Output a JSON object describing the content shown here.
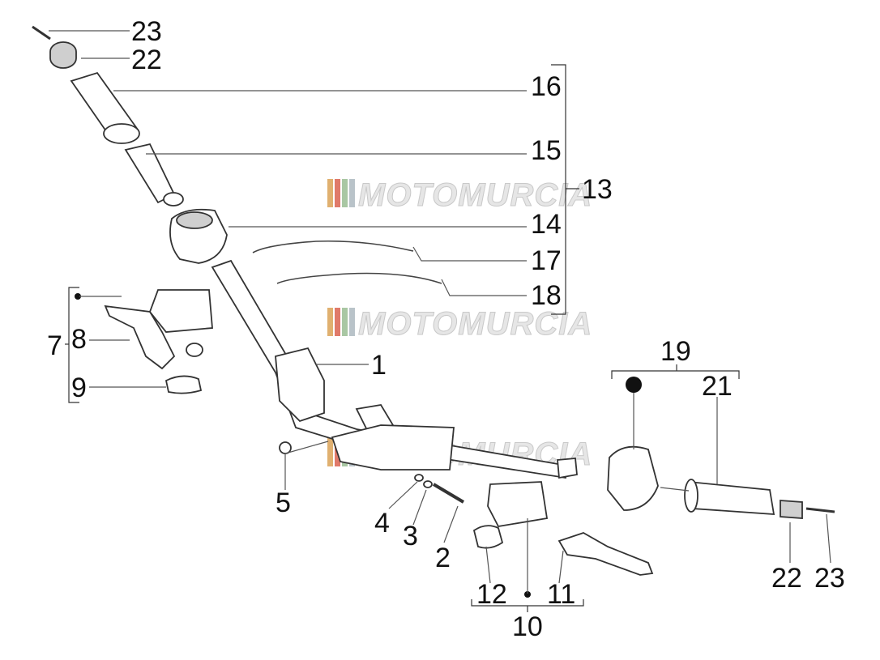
{
  "watermark": {
    "text": "MOTOMURCIA",
    "stripe_colors": [
      "#e0b070",
      "#e07a6a",
      "#a9c7a3",
      "#b9c3c9"
    ]
  },
  "callouts": {
    "c1": "1",
    "c2": "2",
    "c3": "3",
    "c4": "4",
    "c5": "5",
    "c7": "7",
    "c8": "8",
    "c9": "9",
    "c10": "10",
    "c11": "11",
    "c12": "12",
    "c13": "13",
    "c14": "14",
    "c15": "15",
    "c16": "16",
    "c17": "17",
    "c18": "18",
    "c19": "19",
    "c21": "21",
    "c22_top": "22",
    "c23_top": "23",
    "c22_right": "22",
    "c23_right": "23"
  }
}
